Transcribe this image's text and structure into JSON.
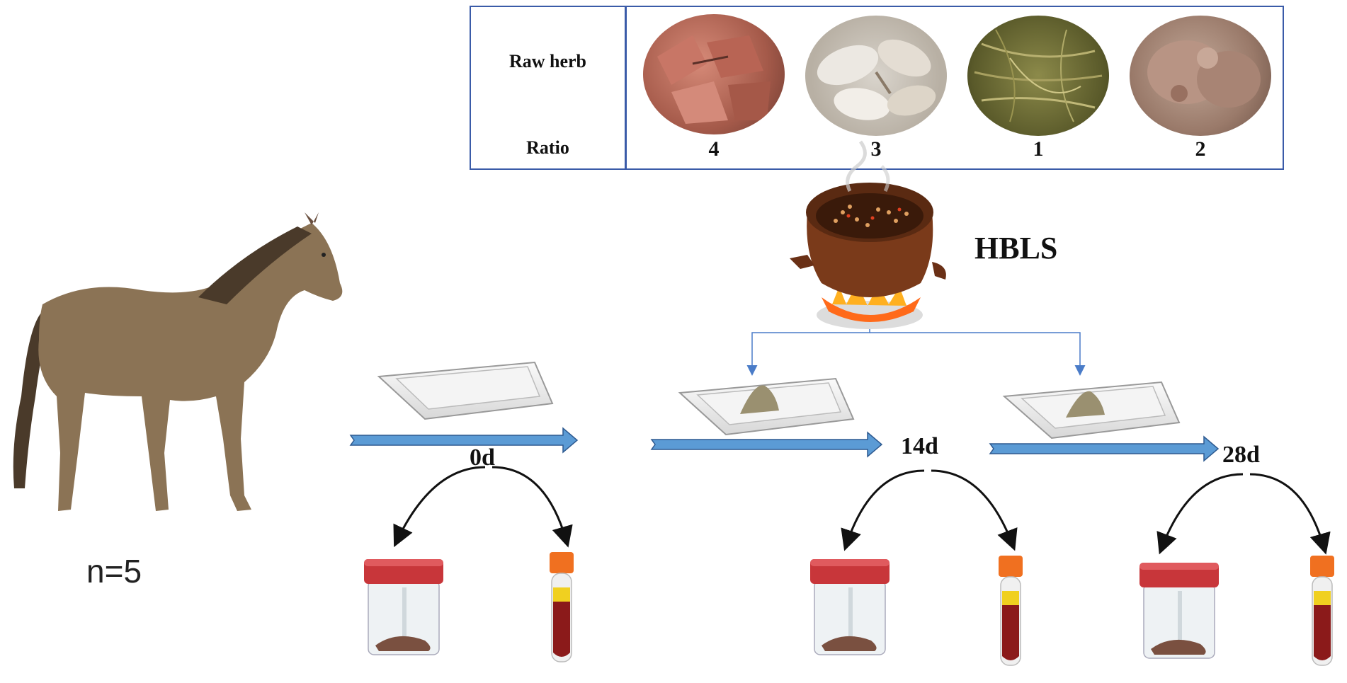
{
  "table": {
    "row1_label": "Raw herb",
    "row2_label": "Ratio",
    "herbs": [
      {
        "icon": "reddish-root-slices",
        "ratio": "4"
      },
      {
        "icon": "white-root-slices",
        "ratio": "3"
      },
      {
        "icon": "green-dried-herb",
        "ratio": "1"
      },
      {
        "icon": "brown-tuber",
        "ratio": "2"
      }
    ]
  },
  "decoction_label": "HBLS",
  "subject_label": "n=5",
  "timepoints": [
    "0d",
    "14d",
    "28d"
  ],
  "colors": {
    "table_border": "#3a5ba8",
    "timeline_arrow": "#5b9bd5",
    "horse": "#8b7355",
    "cap": "#c8363a",
    "blood": "#8b1a1a"
  }
}
